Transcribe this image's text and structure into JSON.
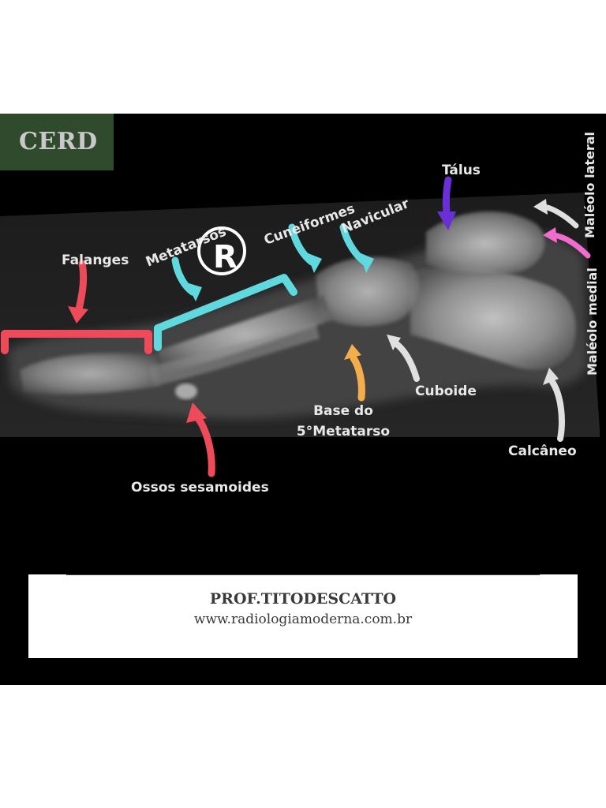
{
  "logo": {
    "text": "CERD"
  },
  "labels": {
    "falanges": "Falanges",
    "metatarsos": "Metatarsos",
    "cuneiformes": "Cuneiformes",
    "navicular": "Navicular",
    "talus": "Tálus",
    "maleolo_lateral": "Maléolo lateral",
    "maleolo_medial": "Maléolo medial",
    "cuboide": "Cuboide",
    "base_line1": "Base do",
    "base_line2": "5°Metatarso",
    "calcaneo": "Calcâneo",
    "sesamoides": "Ossos sesamoides"
  },
  "registered_mark": "R",
  "footer": {
    "author": "PROF.TITODESCATTO",
    "website": "www.radiologiamoderna.com.br"
  },
  "colors": {
    "red": "#ef4a5a",
    "cyan": "#5fd9de",
    "purple": "#6a2fd6",
    "pink": "#f06ccf",
    "orange": "#f5ac4a",
    "white_arrow": "#e0e0e0",
    "logo_bg": "#2f4a2c"
  }
}
